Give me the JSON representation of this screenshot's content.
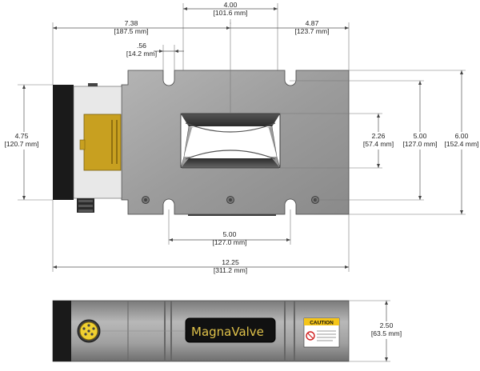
{
  "dimensions": {
    "top_width_center": {
      "in": "4.00",
      "mm": "[101.6 mm]"
    },
    "left_offset": {
      "in": "7.38",
      "mm": "[187.5 mm]"
    },
    "right_offset": {
      "in": "4.87",
      "mm": "[123.7 mm]"
    },
    "slot_width": {
      "in": ".56",
      "mm": "[14.2 mm]"
    },
    "body_height": {
      "in": "4.75",
      "mm": "[120.7 mm]"
    },
    "window_height": {
      "in": "2.26",
      "mm": "[57.4 mm]"
    },
    "hole_spacing_v": {
      "in": "5.00",
      "mm": "[127.0 mm]"
    },
    "overall_height": {
      "in": "6.00",
      "mm": "[152.4 mm]"
    },
    "hole_spacing_h": {
      "in": "5.00",
      "mm": "[127.0 mm]"
    },
    "overall_length": {
      "in": "12.25",
      "mm": "[311.2 mm]"
    },
    "side_height": {
      "in": "2.50",
      "mm": "[63.5 mm]"
    }
  },
  "side_view": {
    "brand": "MagnaValve",
    "caution_label": "CAUTION"
  },
  "colors": {
    "plate": "#9a9a9a",
    "housing": "#1a1a1a",
    "board": "#c8a020",
    "connector": "#f0d030"
  }
}
